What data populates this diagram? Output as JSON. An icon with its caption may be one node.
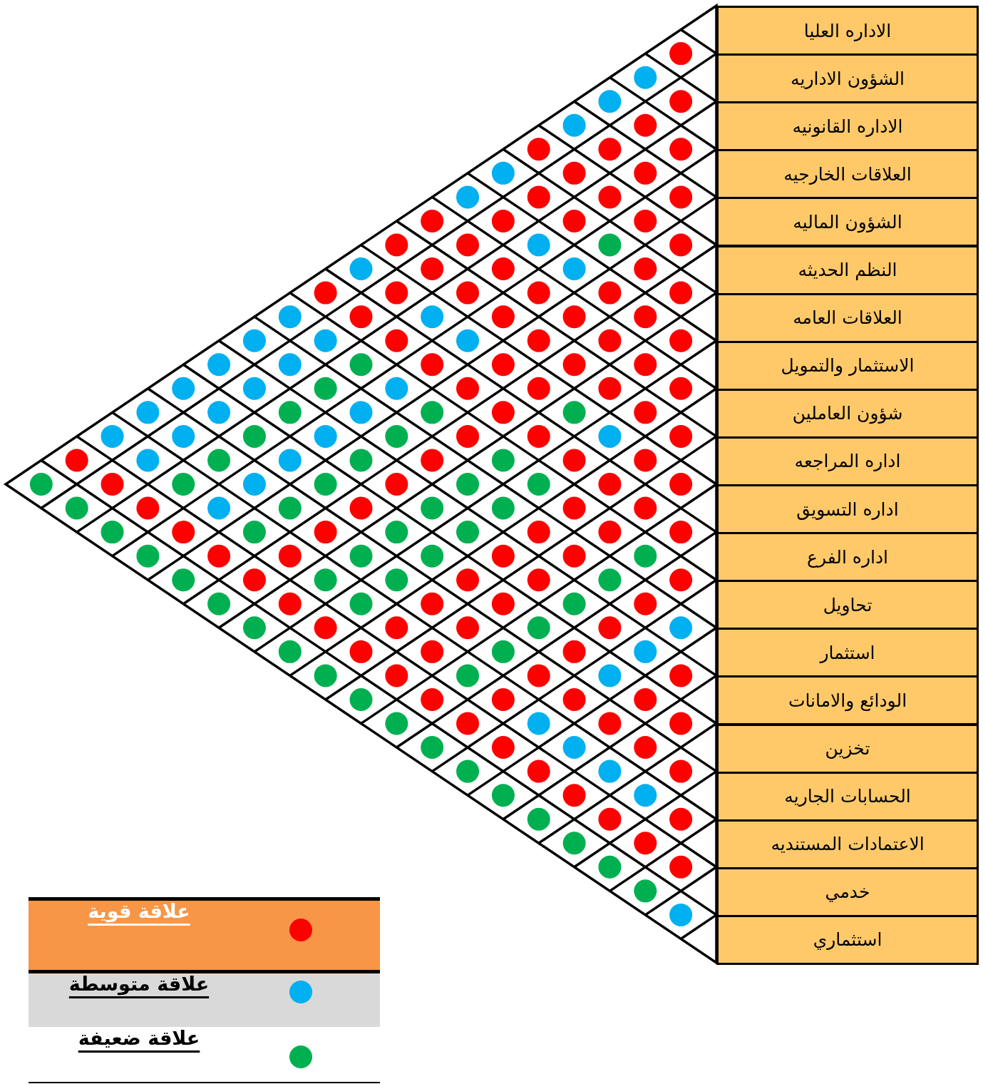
{
  "diagram": {
    "nodes": [
      {
        "text": [
          "الاداره العليا"
        ]
      },
      {
        "text": [
          "الشؤون الاداريه"
        ]
      },
      {
        "text": [
          "الاداره القانونيه"
        ]
      },
      {
        "text": [
          "العلاقات الخارجيه"
        ]
      },
      {
        "text": [
          "الشؤون الماليه"
        ]
      },
      {
        "text": [
          "النظم الحديثه"
        ]
      },
      {
        "text": [
          "العلاقات العامه"
        ]
      },
      {
        "text": [
          "الاستثمار والتمويل"
        ]
      },
      {
        "text": [
          "شؤون العاملين"
        ]
      },
      {
        "text": [
          "اداره المراجعه"
        ]
      },
      {
        "text": [
          "اداره التسويق"
        ]
      },
      {
        "text": [
          "اداره الفرع"
        ]
      },
      {
        "text": [
          "تحاويل"
        ]
      },
      {
        "text": [
          "استثمار"
        ]
      },
      {
        "text": [
          "الودائع والامانات"
        ]
      },
      {
        "text": [
          "تخزين"
        ]
      },
      {
        "text": [
          "الحسابات الجاريه"
        ]
      },
      {
        "text": [
          "الاعتمادات المستنديه"
        ]
      },
      {
        "text": [
          "خدمي"
        ]
      },
      {
        "text": [
          "استثماري"
        ]
      }
    ],
    "legend": [
      {
        "text": "علاقة قوية",
        "color": "#ff0000"
      },
      {
        "text": "علاقة متوسطة",
        "color": "#00b0f0"
      },
      {
        "text": "علاقة ضعيفة",
        "color": "#00b050"
      }
    ]
  }
}
